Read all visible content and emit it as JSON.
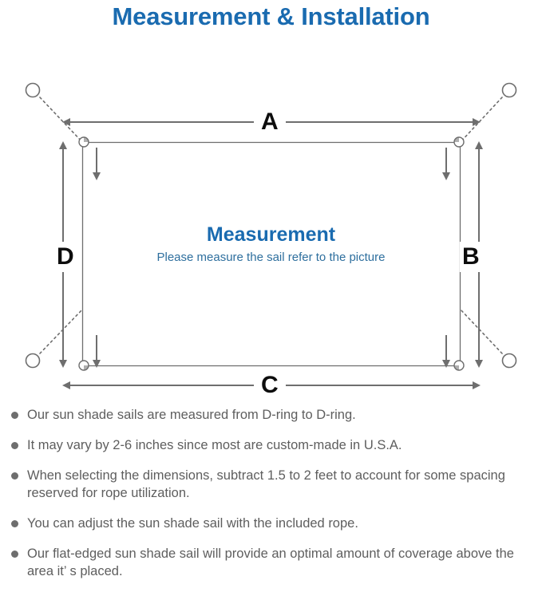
{
  "header": {
    "title": "Measurement & Installation",
    "title_color": "#1a6bb0"
  },
  "diagram": {
    "sail_caption": {
      "title": "Measurement",
      "subtitle": "Please measure the sail refer to the picture"
    },
    "dimension_labels": {
      "top": "A",
      "right": "B",
      "bottom": "C",
      "left": "D"
    },
    "colors": {
      "line": "#6e6e6e",
      "sail_edge": "#6e6e6e",
      "label": "#0d0d0d",
      "accent": "#1a6bb0"
    },
    "parts": {
      "anchor_ring": "anchor-ring",
      "d_ring": "d-ring",
      "rope": "dotted-rope-line",
      "dimension_arrow": "dimension-arrow"
    }
  },
  "notes": [
    "Our sun shade sails are measured from D-ring to D-ring.",
    "It may vary by 2-6 inches since most are custom-made in U.S.A.",
    "When selecting the dimensions, subtract 1.5 to 2 feet to account for some spacing reserved for rope utilization.",
    "You can adjust the sun shade sail with the included rope.",
    "Our flat-edged sun shade sail will provide an optimal amount of coverage above the area it’ s placed."
  ]
}
